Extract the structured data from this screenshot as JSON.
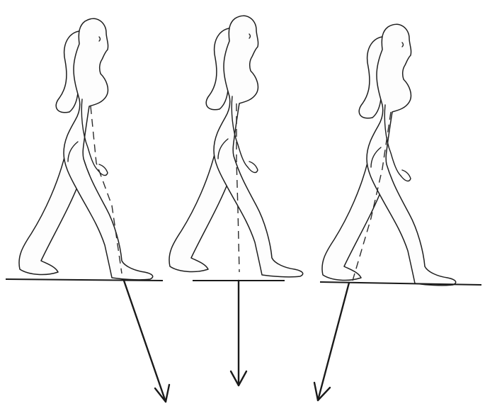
{
  "figures": [
    {
      "id": "stance-1",
      "arrow_direction": "down-right"
    },
    {
      "id": "stance-2",
      "arrow_direction": "vertical"
    },
    {
      "id": "stance-3",
      "arrow_direction": "down-left"
    }
  ],
  "colors": {
    "background": "#ffffff",
    "ink": "#1e1e1e"
  }
}
